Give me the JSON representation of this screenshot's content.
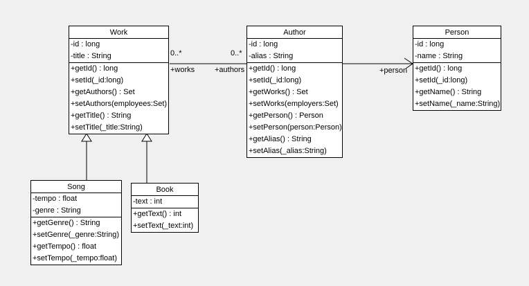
{
  "colors": {
    "background": "#f0f0f0",
    "box_fill": "#ffffff",
    "line": "#000000",
    "text": "#000000"
  },
  "classes": {
    "work": {
      "title": "Work",
      "attributes": [
        "-id : long",
        "-title : String"
      ],
      "methods": [
        "+getId() : long",
        "+setId(_id:long)",
        "+getAuthors() : Set",
        "+setAuthors(employees:Set)",
        "+getTitle() : String",
        "+setTitle(_title:String)"
      ]
    },
    "author": {
      "title": "Author",
      "attributes": [
        "-id : long",
        "-alias : String"
      ],
      "methods": [
        "+getId() : long",
        "+setId(_id:long)",
        "+getWorks() : Set",
        "+setWorks(employers:Set)",
        "+getPerson() : Person",
        "+setPerson(person:Person)",
        "+getAlias() : String",
        "+setAlias(_alias:String)"
      ]
    },
    "person": {
      "title": "Person",
      "attributes": [
        "-id : long",
        "-name : String"
      ],
      "methods": [
        "+getId() : long",
        "+setId(_id:long)",
        "+getName() : String",
        "+setName(_name:String)"
      ]
    },
    "song": {
      "title": "Song",
      "attributes": [
        "-tempo : float",
        "-genre : String"
      ],
      "methods": [
        "+getGenre() : String",
        "+setGenre(_genre:String)",
        "+getTempo() : float",
        "+setTempo(_tempo:float)"
      ]
    },
    "book": {
      "title": "Book",
      "attributes": [
        "-text : int"
      ],
      "methods": [
        "+getText() : int",
        "+setText(_text:int)"
      ]
    }
  },
  "associations": {
    "work_author": {
      "from": "Work",
      "to": "Author",
      "from_multiplicity": "0..*",
      "to_multiplicity": "0..*",
      "from_role": "+works",
      "to_role": "+authors"
    },
    "author_person": {
      "from": "Author",
      "to": "Person",
      "to_role": "+person",
      "arrow": "open"
    }
  },
  "generalizations": [
    {
      "from": "Song",
      "to": "Work"
    },
    {
      "from": "Book",
      "to": "Work"
    }
  ]
}
